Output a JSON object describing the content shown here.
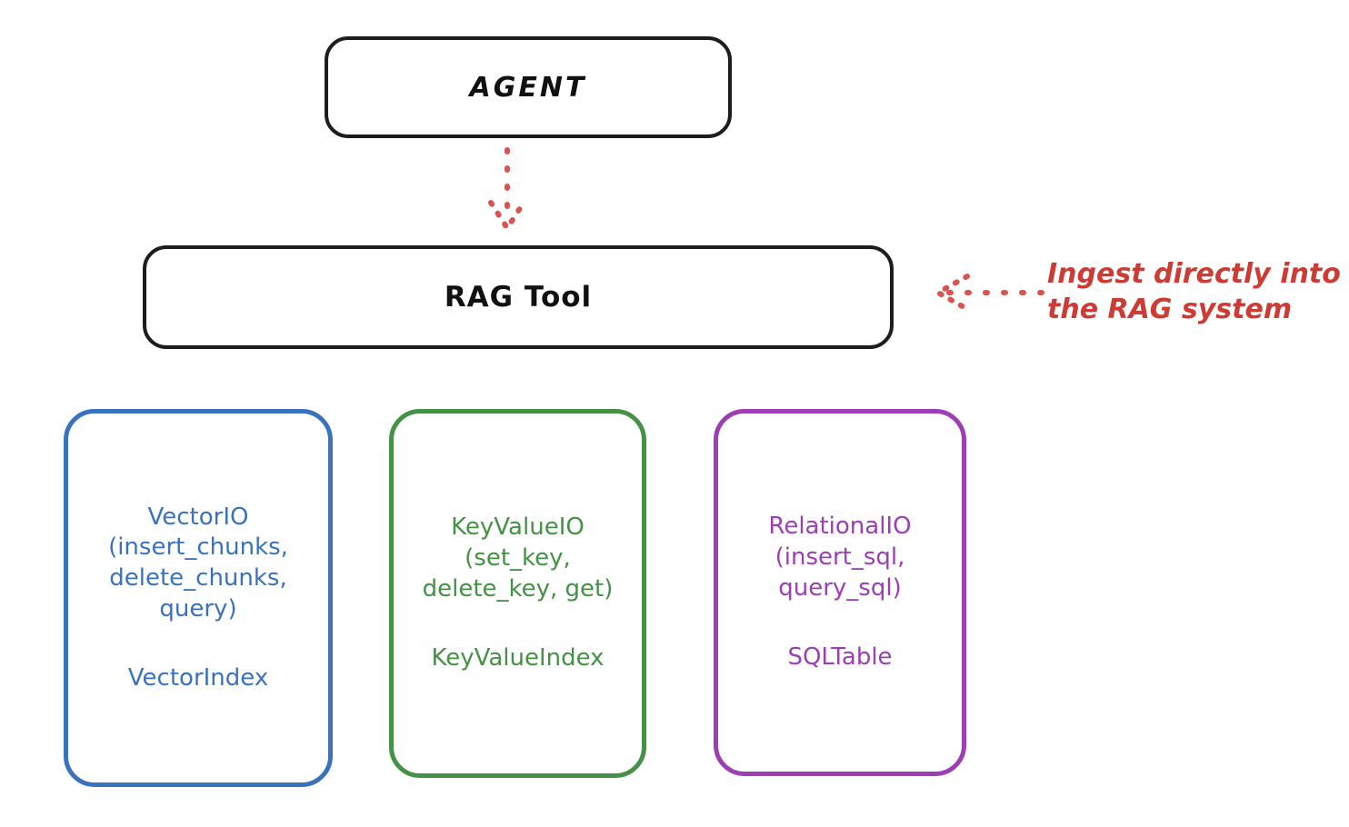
{
  "diagram": {
    "title_nodes": {
      "agent": "AGENT",
      "rag_tool": "RAG Tool"
    },
    "stores": [
      {
        "id": "vector-io",
        "api": "VectorIO\n(insert_chunks,\ndelete_chunks,\nquery)",
        "index": "VectorIndex",
        "color": "#3a72bd"
      },
      {
        "id": "key-value-io",
        "api": "KeyValueIO\n(set_key,\ndelete_key, get)",
        "index": "KeyValueIndex",
        "color": "#459146"
      },
      {
        "id": "relational-io",
        "api": "RelationalIO\n(insert_sql,\nquery_sql)",
        "index": "SQLTable",
        "color": "#9c3fb5"
      }
    ],
    "annotation": {
      "text": "Ingest directly into\nthe RAG system",
      "color": "#cd3c34"
    },
    "arrows": [
      {
        "id": "agent-to-rag",
        "style": "dotted",
        "direction": "down",
        "color": "#d9534f"
      },
      {
        "id": "ingest-into-rag",
        "style": "dotted",
        "direction": "left",
        "color": "#d9534f"
      }
    ],
    "colors": {
      "node_stroke": "#1d1d1d",
      "background": "#ffffff",
      "accent_red": "#d9534f"
    }
  }
}
